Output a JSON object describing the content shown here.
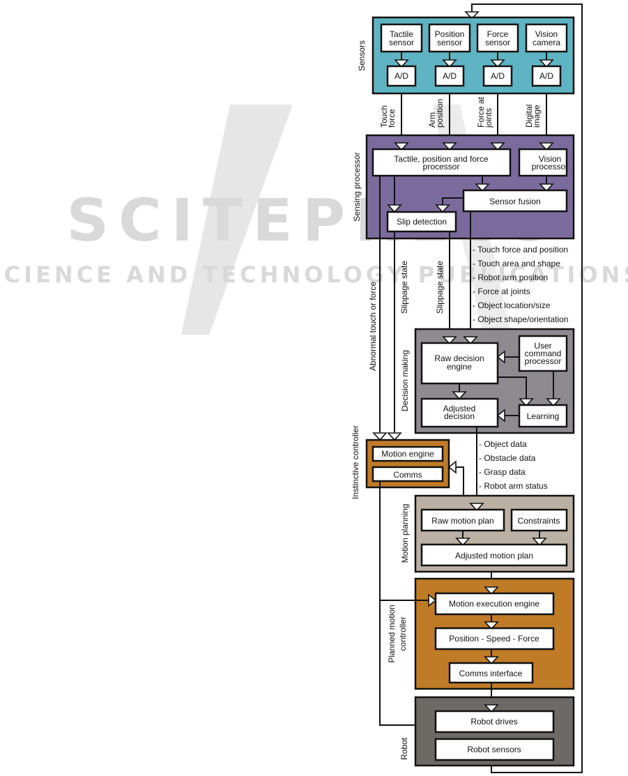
{
  "watermark": {
    "title": "SCITEPRESS",
    "subtitle": "SCIENCE AND TECHNOLOGY PUBLICATIONS"
  },
  "colors": {
    "sensors": "#5fb4c3",
    "sensing_processor": "#7b6b9c",
    "decision_making": "#8d8b90",
    "instinctive_controller": "#c07b27",
    "motion_planning": "#bab0a3",
    "planned_motion_controller": "#c07b27",
    "robot": "#6d6a66"
  },
  "groups": {
    "sensors": {
      "label": "Sensors"
    },
    "sensing_processor": {
      "label": "Sensing processor"
    },
    "decision_making": {
      "label": "Decision making"
    },
    "instinctive_controller": {
      "label": "Instinctive controller"
    },
    "motion_planning": {
      "label": "Motion planning"
    },
    "planned_motion_controller": {
      "label_line1": "Planned motion",
      "label_line2": "controller"
    },
    "robot": {
      "label": "Robot"
    }
  },
  "sensors": [
    {
      "line1": "Tactile",
      "line2": "sensor",
      "ad": "A/D"
    },
    {
      "line1": "Position",
      "line2": "sensor",
      "ad": "A/D"
    },
    {
      "line1": "Force",
      "line2": "sensor",
      "ad": "A/D"
    },
    {
      "line1": "Vision",
      "line2": "camera",
      "ad": "A/D"
    }
  ],
  "sensor_signals": [
    {
      "line1": "Touch",
      "line2": "force"
    },
    {
      "line1": "Arm",
      "line2": "position"
    },
    {
      "line1": "Force at",
      "line2": "joints"
    },
    {
      "line1": "Digital",
      "line2": "image"
    }
  ],
  "sensing": {
    "tpf_line1": "Tactile, position and force",
    "tpf_line2": "processor",
    "vision_line1": "Vision",
    "vision_line2": "processor",
    "fusion": "Sensor fusion",
    "slip": "Slip detection"
  },
  "sensing_outputs": [
    "Touch force and position",
    "Touch area and shape",
    "Robot arm position",
    "Force at joints",
    "Object location/size",
    "Object shape/orientation"
  ],
  "vertical_signals": {
    "abnormal": "Abnormal touch or force",
    "slippage_a": "Slippage state",
    "slippage_b": "Slippage state"
  },
  "decision": {
    "raw_line1": "Raw decision",
    "raw_line2": "engine",
    "user_line1": "User",
    "user_line2": "command",
    "user_line3": "processor",
    "adjusted_line1": "Adjusted",
    "adjusted_line2": "decision",
    "learning": "Learning"
  },
  "decision_outputs": [
    "Object data",
    "Obstacle data",
    "Grasp data",
    "Robot arm status"
  ],
  "instinctive": {
    "motion_engine": "Motion engine",
    "comms": "Comms"
  },
  "motion_planning": {
    "raw": "Raw motion plan",
    "constraints": "Constraints",
    "adjusted": "Adjusted motion plan"
  },
  "planned_controller": {
    "execution": "Motion execution engine",
    "psf": "Position - Speed - Force",
    "comms": "Comms interface"
  },
  "robot": {
    "drives": "Robot drives",
    "sensors": "Robot sensors"
  }
}
